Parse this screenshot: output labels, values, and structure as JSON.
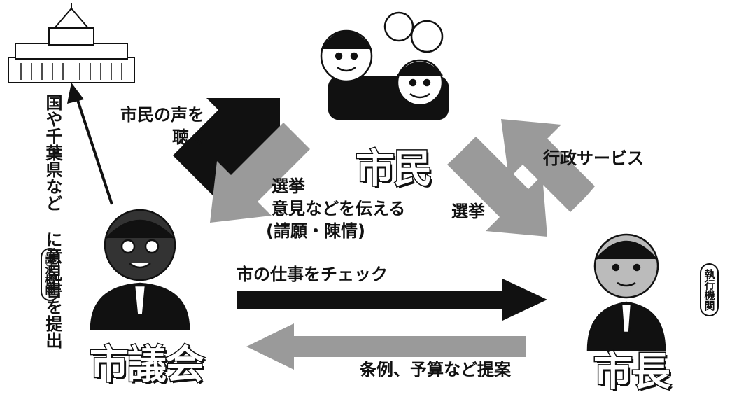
{
  "labels": {
    "citizens": "市民",
    "council": "市議会",
    "mayor": "市長",
    "council_role": "議決機関",
    "mayor_role": "執行機関",
    "to_diet": "国や千葉県などに意見書を提出",
    "to_diet_col1": "国や千葉県など",
    "to_diet_col2": "に意見書を提出",
    "hear_voice_line1": "市民の声を",
    "hear_voice_line2": "聴く",
    "citizens_to_council_line1": "選挙",
    "citizens_to_council_line2": "意見などを伝える",
    "citizens_to_council_line3": "(請願・陳情)",
    "election": "選挙",
    "admin_service": "行政サービス",
    "check_work": "市の仕事をチェック",
    "proposals": "条例、予算など提案"
  },
  "icons": [
    "diet-building-icon",
    "citizens-group-icon",
    "council-member-icon",
    "mayor-icon"
  ],
  "colors": {
    "dark_arrow": "#111111",
    "gray_arrow": "#9a9a9a"
  }
}
